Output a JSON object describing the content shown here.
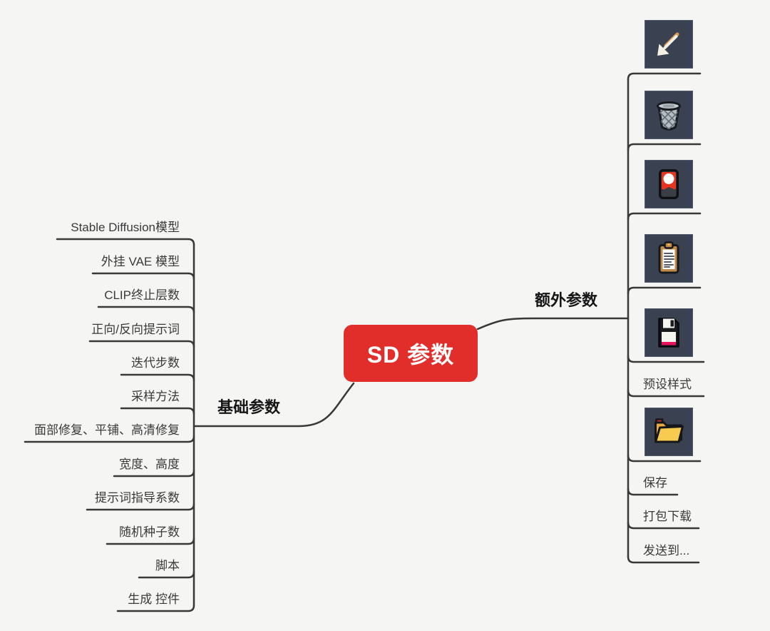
{
  "canvas": {
    "background_color": "#f5f5f4",
    "line_color": "#383838"
  },
  "central_node": {
    "label": "SD 参数",
    "fill_color": "#e12e2b",
    "text_color": "#ffffff"
  },
  "left_branch": {
    "label": "基础参数",
    "items": [
      {
        "label": "Stable Diffusion模型"
      },
      {
        "label": "外挂 VAE 模型"
      },
      {
        "label": "CLIP终止层数"
      },
      {
        "label": "正向/反向提示词"
      },
      {
        "label": "迭代步数"
      },
      {
        "label": "采样方法"
      },
      {
        "label": "面部修复、平铺、高清修复"
      },
      {
        "label": "宽度、高度"
      },
      {
        "label": "提示词指导系数"
      },
      {
        "label": "随机种子数"
      },
      {
        "label": "脚本"
      },
      {
        "label": "生成 控件"
      }
    ]
  },
  "right_branch": {
    "label": "额外参数",
    "items": [
      {
        "type": "icon",
        "icon": "arrow-down-left-icon",
        "tile_color": "#3a4150"
      },
      {
        "type": "icon",
        "icon": "trash-icon",
        "tile_color": "#3a4150"
      },
      {
        "type": "icon",
        "icon": "image-card-icon",
        "tile_color": "#3a4150"
      },
      {
        "type": "icon",
        "icon": "clipboard-icon",
        "tile_color": "#3a4150"
      },
      {
        "type": "icon",
        "icon": "floppy-disk-icon",
        "tile_color": "#3a4150"
      },
      {
        "type": "text",
        "label": "预设样式"
      },
      {
        "type": "icon",
        "icon": "open-folder-icon",
        "tile_color": "#3a4150"
      },
      {
        "type": "text",
        "label": "保存"
      },
      {
        "type": "text",
        "label": "打包下载"
      },
      {
        "type": "text",
        "label": "发送到..."
      }
    ]
  }
}
